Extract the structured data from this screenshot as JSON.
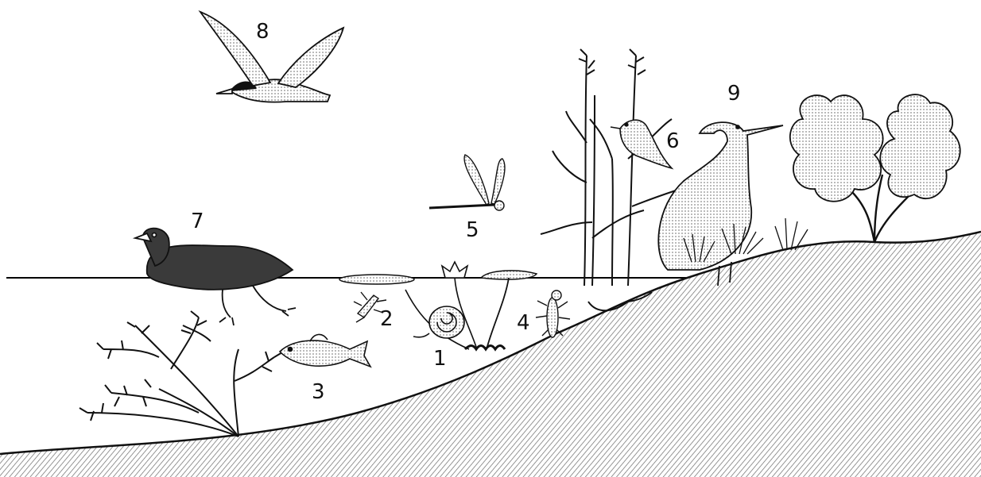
{
  "scene": {
    "labels": {
      "snail": "1",
      "water_bug": "2",
      "fish": "3",
      "larva": "4",
      "dragonfly": "5",
      "reed_bird": "6",
      "coot": "7",
      "gull": "8",
      "heron": "9"
    }
  },
  "colors": {
    "ink": "#111111",
    "water_line": "#000000",
    "ground_hatch": "#555555",
    "coot_body": "#3a3a3a",
    "foliage": "#e9e9e9"
  }
}
